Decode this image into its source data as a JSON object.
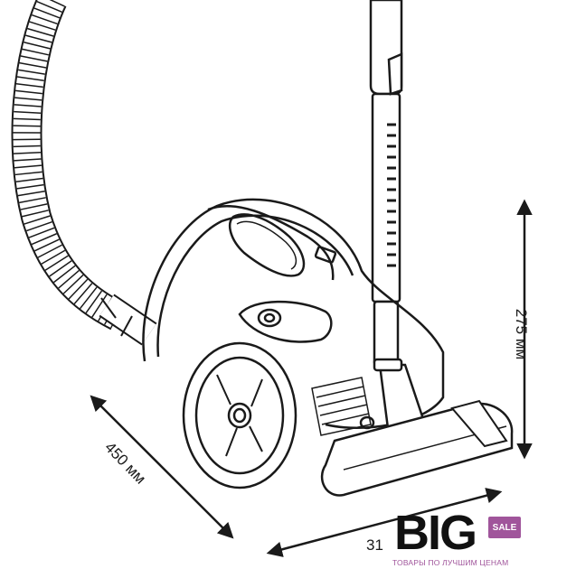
{
  "dimensions": {
    "height_label": "275 мм",
    "depth_label": "450 мм",
    "width_label": "31"
  },
  "logo": {
    "wordmark": "BIG",
    "badge": "SALE",
    "tagline": "ТОВАРЫ ПО ЛУЧШИМ ЦЕНАМ",
    "accent_color": "#a0559b"
  }
}
